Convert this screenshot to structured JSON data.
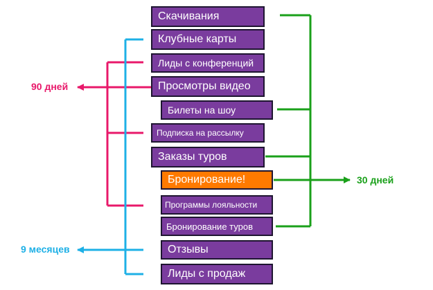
{
  "boxes": [
    {
      "id": "downloads",
      "text": "Скачивания"
    },
    {
      "id": "club-cards",
      "text": "Клубные карты"
    },
    {
      "id": "conference-leads",
      "text": "Лиды с конференций"
    },
    {
      "id": "video-views",
      "text": "Просмотры видео"
    },
    {
      "id": "show-tickets",
      "text": "Билеты на шоу"
    },
    {
      "id": "newsletter-subscription",
      "text": "Подписка на рассылку"
    },
    {
      "id": "tour-orders",
      "text": "Заказы туров"
    },
    {
      "id": "booking",
      "text": "Бронирование!"
    },
    {
      "id": "loyalty-programs",
      "text": "Программы лояльности"
    },
    {
      "id": "tour-bookings",
      "text": "Бронирование туров"
    },
    {
      "id": "reviews",
      "text": "Отзывы"
    },
    {
      "id": "sales-leads",
      "text": "Лиды с продаж"
    }
  ],
  "labels": {
    "days90": "90 дней",
    "days30": "30 дней",
    "months9": "9 месяцев"
  },
  "colors": {
    "box_fill": "#7a3c9e",
    "box_highlight": "#ff7a00",
    "box_border": "#1e1530",
    "pink": "#e8186a",
    "green": "#1aa01a",
    "blue": "#1eb0e6"
  }
}
